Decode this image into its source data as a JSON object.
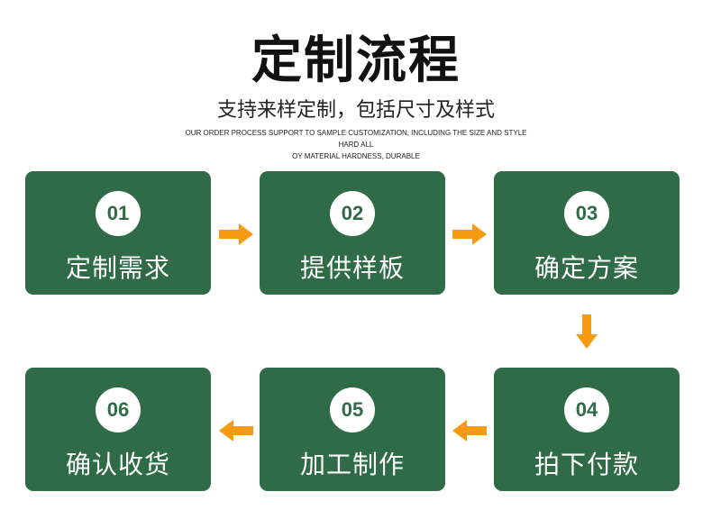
{
  "header": {
    "title": "定制流程",
    "subtitle": "支持来样定制，包括尺寸及样式",
    "english_line1": "OUR ORDER PROCESS SUPPORT TO SAMPLE CUSTOMIZATION, INCLUDING THE SIZE AND STYLE HARD ALL",
    "english_line2": "OY MATERIAL HARDNESS, DURABLE"
  },
  "steps": [
    {
      "number": "01",
      "label": "定制需求"
    },
    {
      "number": "02",
      "label": "提供样板"
    },
    {
      "number": "03",
      "label": "确定方案"
    },
    {
      "number": "04",
      "label": "拍下付款"
    },
    {
      "number": "05",
      "label": "加工制作"
    },
    {
      "number": "06",
      "label": "确认收货"
    }
  ],
  "colors": {
    "card": "#2e6b46",
    "arrow": "#f59a12",
    "badge_bg": "#ffffff"
  },
  "icons": [
    "arrow-right-icon",
    "arrow-down-icon",
    "arrow-left-icon"
  ]
}
